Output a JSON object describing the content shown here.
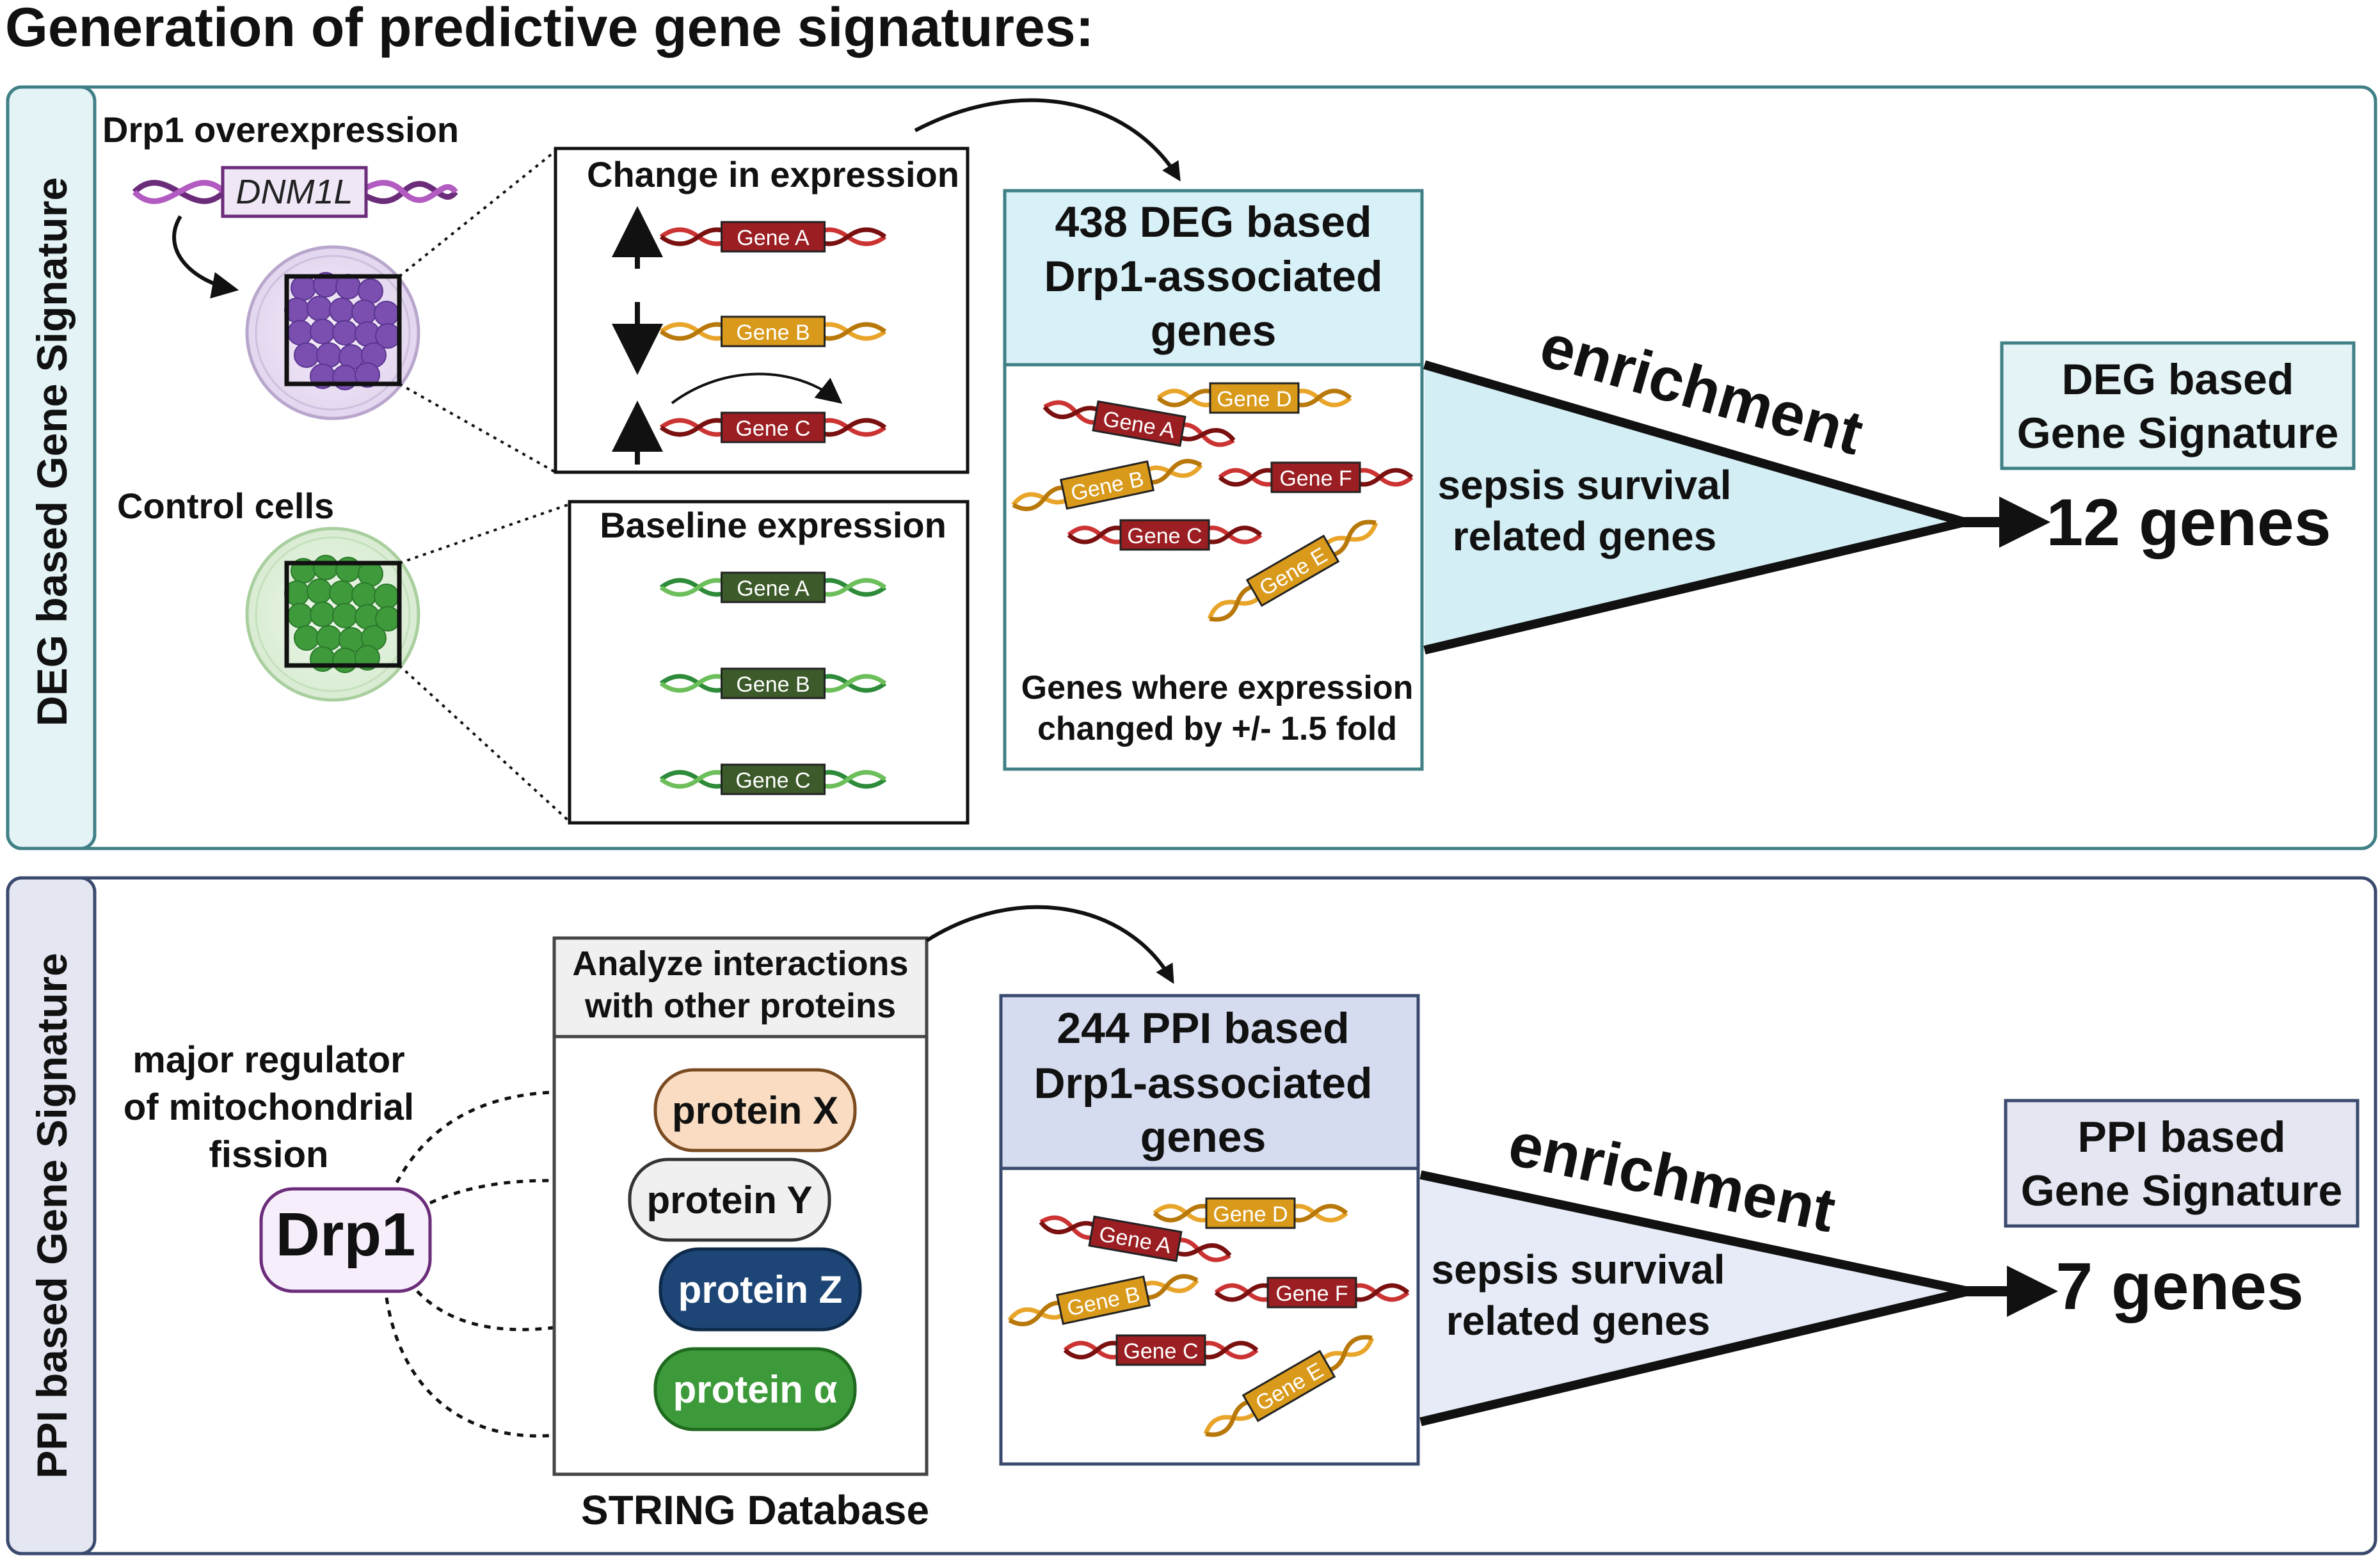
{
  "title": "Generation of predictive gene signatures:",
  "deg": {
    "side_label": "DEG based Gene Signature",
    "overexpression_label": "Drp1 overexpression",
    "gene_name": "DNM1L",
    "control_label": "Control cells",
    "change_box_title": "Change in expression",
    "baseline_box_title": "Baseline expression",
    "change_genes": [
      "Gene A",
      "Gene B",
      "Gene C"
    ],
    "baseline_genes": [
      "Gene A",
      "Gene B",
      "Gene C"
    ],
    "associated_title": [
      "438 DEG based",
      "Drp1-associated",
      "genes"
    ],
    "scatter_genes": [
      "Gene D",
      "Gene A",
      "Gene B",
      "Gene F",
      "Gene C",
      "Gene E"
    ],
    "associated_caption": [
      "Genes where expression",
      "changed by +/- 1.5 fold"
    ],
    "enrichment_label": "enrichment",
    "funnel_label": [
      "sepsis survival",
      "related genes"
    ],
    "signature_title": [
      "DEG based",
      "Gene Signature"
    ],
    "signature_count": "12 genes"
  },
  "ppi": {
    "side_label": "PPI based Gene Signature",
    "regulator_label": [
      "major regulator",
      "of mitochondrial",
      "fission"
    ],
    "drp1_label": "Drp1",
    "analyze_title": [
      "Analyze interactions",
      "with other proteins"
    ],
    "proteins": [
      "protein X",
      "protein Y",
      "protein Z",
      "protein α"
    ],
    "database_label": "STRING Database",
    "associated_title": [
      "244 PPI based",
      "Drp1-associated",
      "genes"
    ],
    "scatter_genes": [
      "Gene D",
      "Gene A",
      "Gene B",
      "Gene F",
      "Gene C",
      "Gene E"
    ],
    "enrichment_label": "enrichment",
    "funnel_label": [
      "sepsis survival",
      "related genes"
    ],
    "signature_title": [
      "PPI based",
      "Gene Signature"
    ],
    "signature_count": "7 genes"
  },
  "colors": {
    "deg_panel_border": "#3f7f86",
    "deg_panel_fill": "#ffffff",
    "deg_side_fill": "#e3f3f6",
    "deg_header_fill": "#d8f0f7",
    "ppi_panel_border": "#3a4a6e",
    "ppi_side_fill": "#e4e6f2",
    "ppi_header_fill": "#d6dcef",
    "ppi_funnel_fill": "#e6ebf7",
    "deg_funnel_fill": "#d4eef6",
    "purple_cells": "#7a4fb0",
    "green_cells": "#3f9a3c",
    "gene_red": "#9b1e22",
    "gene_yellow": "#d99a1c",
    "gene_green": "#3d5a2a",
    "protein_x": "#f9dcc1",
    "protein_y": "#f0f0f0",
    "protein_z": "#1d4677",
    "protein_a": "#3c9a3a",
    "drp1_fill": "#f6eefb"
  }
}
